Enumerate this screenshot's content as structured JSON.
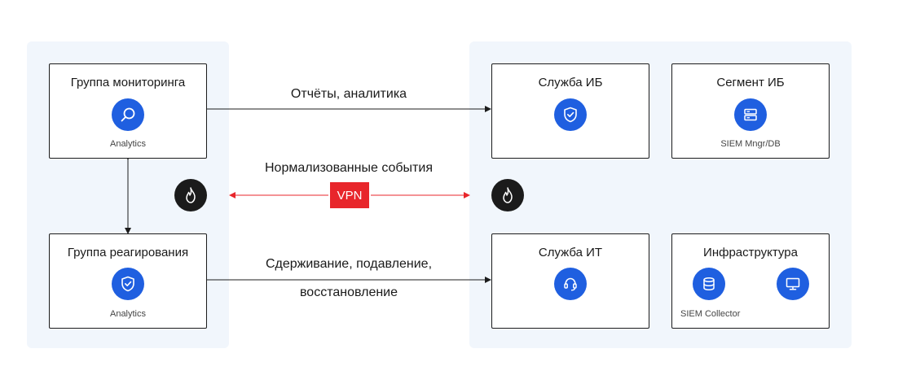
{
  "left_panel": {
    "monitoring": {
      "title": "Группа мониторинга",
      "caption": "Analytics",
      "icon": "search-icon",
      "icon_color": "#1f5fe0"
    },
    "response": {
      "title": "Группа реагирования",
      "caption": "Analytics",
      "icon": "shield-check-icon",
      "icon_color": "#1f5fe0"
    },
    "hub_icon": "flame-icon"
  },
  "right_panel": {
    "security_service": {
      "title": "Служба ИБ",
      "icon": "shield-check-icon"
    },
    "security_segment": {
      "title": "Сегмент ИБ",
      "caption": "SIEM Mngr/DB",
      "icon": "server-icon"
    },
    "it_service": {
      "title": "Служба ИТ",
      "icon": "headset-icon"
    },
    "infrastructure": {
      "title": "Инфраструктура",
      "caption": "SIEM Collector",
      "icons": [
        "database-icon",
        "monitor-icon"
      ]
    },
    "hub_icon": "flame-icon"
  },
  "edges": {
    "reports": "Отчёты, аналитика",
    "normalized_events": "Нормализованные события",
    "vpn": "VPN",
    "containment_line1": "Сдерживание, подавление,",
    "containment_line2": "восстановление"
  },
  "colors": {
    "accent": "#1f5fe0",
    "vpn": "#e8262b",
    "panel": "#f1f6fc",
    "dark": "#1b1b1b"
  }
}
